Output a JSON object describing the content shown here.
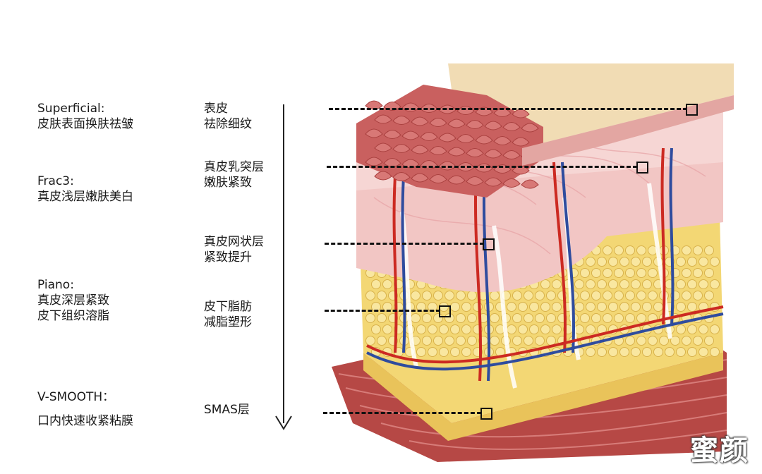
{
  "left_labels": [
    {
      "line1": "Superficial:",
      "line2": "皮肤表面换肤祛皱",
      "line3": ""
    },
    {
      "line1": "Frac3:",
      "line2": "真皮浅层嫩肤美白",
      "line3": ""
    },
    {
      "line1": "Piano:",
      "line2": "真皮深层紧致",
      "line3": "皮下组织溶脂"
    },
    {
      "line1": "V-SMOOTH：",
      "line2": "口内快速收紧粘膜",
      "line3": ""
    }
  ],
  "layers": [
    {
      "line1": "表皮",
      "line2": "祛除细纹"
    },
    {
      "line1": "真皮乳突层",
      "line2": "嫩肤紧致"
    },
    {
      "line1": "真皮网状层",
      "line2": "紧致提升"
    },
    {
      "line1": "皮下脂肪",
      "line2": "减脂塑形"
    },
    {
      "line1": "SMAS层",
      "line2": ""
    }
  ],
  "watermark": "蜜颜",
  "colors": {
    "skin": "#f2c6c4",
    "epidermis": "#c9605f",
    "fat": "#f3d774",
    "muscle": "#b64845",
    "artery": "#cc2a22",
    "vein": "#2f4c9e",
    "surface": "#f1dcb4"
  }
}
